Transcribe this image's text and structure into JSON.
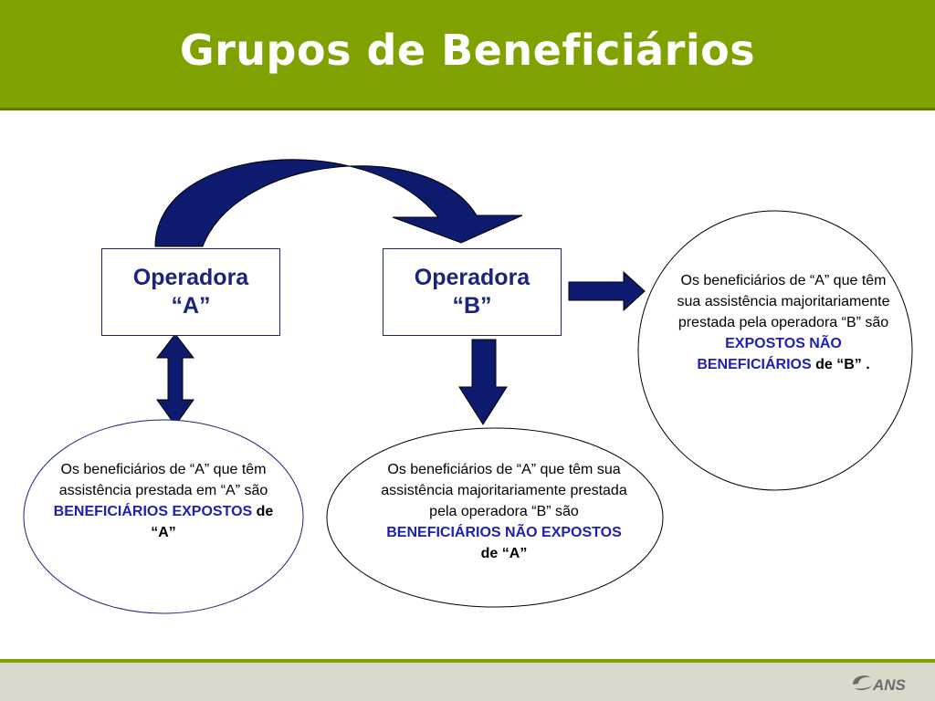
{
  "title": "Grupos de Beneficiários",
  "operadora_a": {
    "line1": "Operadora",
    "line2": "“A”"
  },
  "operadora_b": {
    "line1": "Operadora",
    "line2": "“B”"
  },
  "text_a": {
    "plain": "Os beneficiários de “A” que têm assistência prestada em “A” são ",
    "highlight": "BENEFICIÁRIOS EXPOSTOS",
    "suffix": " de “A”"
  },
  "text_b": {
    "plain": "Os beneficiários de “A” que têm sua assistência majoritariamente prestada pela operadora “B” são ",
    "highlight": "BENEFICIÁRIOS NÃO  EXPOSTOS",
    "suffix": " de “A”"
  },
  "text_c": {
    "plain": "Os beneficiários de “A” que têm sua assistência majoritariamente prestada pela operadora  “B” são ",
    "highlight": "EXPOSTOS NÃO BENEFICIÁRIOS",
    "suffix": " de “B” ."
  },
  "colors": {
    "header": "#7fa200",
    "arrow": "#0d1a6e",
    "border": "#1a237e",
    "highlight": "#1f1fb0"
  },
  "logo_text": "ANS"
}
